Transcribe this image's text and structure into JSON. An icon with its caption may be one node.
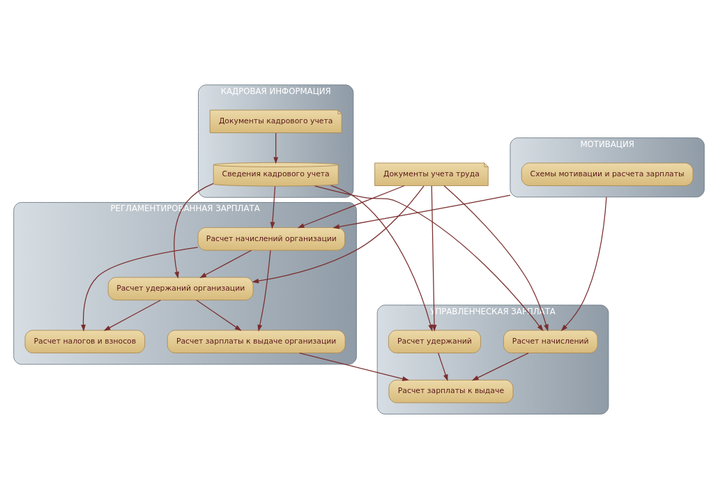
{
  "diagram": {
    "nodes": [
      {
        "text": [
          "КАДРОВАЯ ИНФОРМАЦИЯ"
        ]
      },
      {
        "text": [
          "Документы кадрового учета"
        ],
        "in": 0
      },
      {
        "text": [
          "Сведения кадрового учета"
        ],
        "in": 0
      },
      {
        "text": [
          "Документы учета труда"
        ]
      },
      {
        "text": [
          "УПРАВЛЕНЧЕСКАЯ ЗАРПЛАТА"
        ]
      },
      {
        "text": [
          "Расчет начислений"
        ],
        "in": 4
      },
      {
        "text": [
          "Расчет зарплаты к выдаче"
        ],
        "in": 4
      },
      {
        "text": [
          "Расчет удержаний"
        ],
        "in": 4
      },
      {
        "text": [
          "МОТИВАЦИЯ"
        ]
      },
      {
        "text": [
          "Схемы мотивации и расчета зарплаты"
        ],
        "in": 8
      },
      {
        "text": [
          "РЕГЛАМЕНТИРОВАННАЯ ЗАРПЛАТА"
        ]
      },
      {
        "text": [
          "Расчет начислений организации"
        ],
        "in": 10
      },
      {
        "text": [
          "Расчет зарплаты к выдаче организации"
        ],
        "in": 10
      },
      {
        "text": [
          "Расчет удержаний организации"
        ],
        "in": 10
      },
      {
        "text": [
          "Расчет налогов и взносов"
        ],
        "in": 10
      }
    ],
    "edges": [
      {
        "from": 1,
        "to": 2,
        "arrow": "to"
      },
      {
        "from": 2,
        "to": 5,
        "arrow": "to"
      },
      {
        "from": 2,
        "to": 7,
        "arrow": "to"
      },
      {
        "from": 2,
        "to": 11,
        "arrow": "to"
      },
      {
        "from": 2,
        "to": 13,
        "arrow": "to"
      },
      {
        "from": 3,
        "to": 5,
        "arrow": "to"
      },
      {
        "from": 3,
        "to": 7,
        "arrow": "to"
      },
      {
        "from": 3,
        "to": 11,
        "arrow": "to"
      },
      {
        "from": 3,
        "to": 13,
        "arrow": "to"
      },
      {
        "from": 8,
        "to": 5,
        "arrow": "to"
      },
      {
        "from": 8,
        "to": 11,
        "arrow": "to"
      },
      {
        "from": 5,
        "to": 6,
        "arrow": "to"
      },
      {
        "from": 7,
        "to": 6,
        "arrow": "to"
      },
      {
        "from": 12,
        "to": 6,
        "arrow": "to"
      },
      {
        "from": 11,
        "to": 12,
        "arrow": "to"
      },
      {
        "from": 11,
        "to": 13,
        "arrow": "to"
      },
      {
        "from": 11,
        "to": 14,
        "arrow": "to"
      },
      {
        "from": 13,
        "to": 12,
        "arrow": "to"
      },
      {
        "from": 13,
        "to": 14,
        "arrow": "to"
      }
    ]
  }
}
